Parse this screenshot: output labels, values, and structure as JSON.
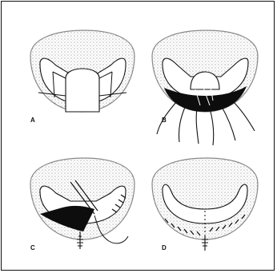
{
  "figure": {
    "panels": [
      {
        "id": "A",
        "label": "A"
      },
      {
        "id": "B",
        "label": "B"
      },
      {
        "id": "C",
        "label": "C"
      },
      {
        "id": "D",
        "label": "D"
      }
    ]
  },
  "colors": {
    "outline": "#111111",
    "stipple": "#9a9a9a",
    "fill_dark": "#0d0d0d",
    "background": "#ffffff"
  }
}
